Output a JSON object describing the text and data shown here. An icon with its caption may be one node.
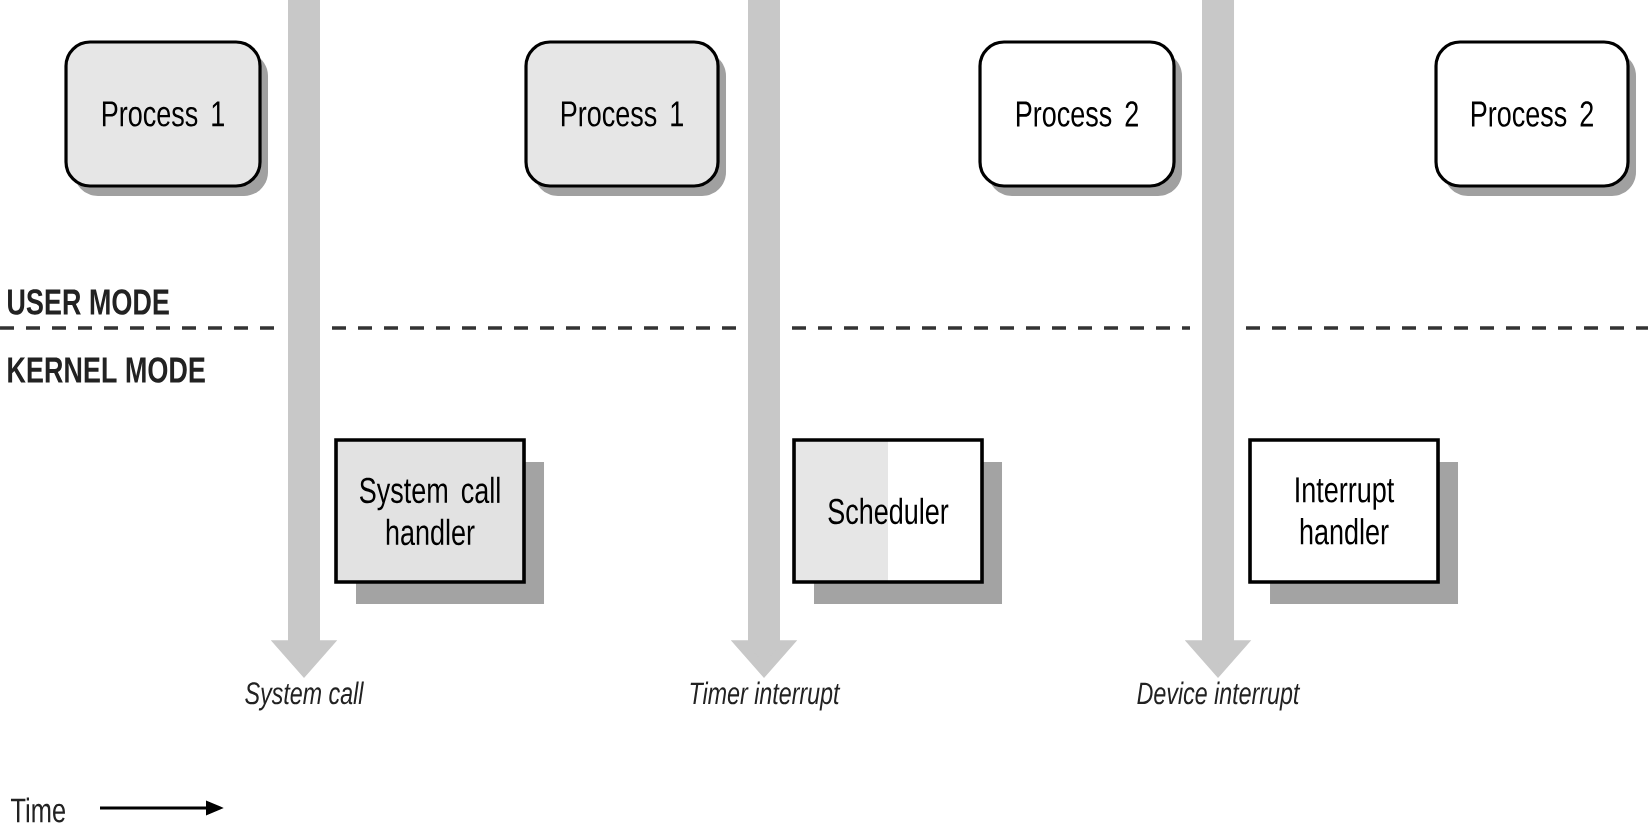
{
  "diagram": {
    "nodes": [
      {
        "text": [
          "Process 1"
        ]
      },
      {
        "text": [
          "Process 1"
        ]
      },
      {
        "text": [
          "Process 2"
        ]
      },
      {
        "text": [
          "Process 2"
        ]
      },
      {
        "text": [
          "System call handler"
        ]
      },
      {
        "text": [
          "Scheduler"
        ]
      },
      {
        "text": [
          "Interrupt handler"
        ]
      },
      {
        "text": [
          "System call"
        ]
      },
      {
        "text": [
          "Timer interrupt"
        ]
      },
      {
        "text": [
          "Device interrupt"
        ]
      }
    ],
    "edges": [
      {
        "from": null,
        "to": 7,
        "arrow": "to"
      },
      {
        "from": null,
        "to": 8,
        "arrow": "to"
      },
      {
        "from": null,
        "to": 9,
        "arrow": "to"
      }
    ],
    "labels": [
      "USER MODE",
      "KERNEL MODE",
      "Time"
    ]
  }
}
